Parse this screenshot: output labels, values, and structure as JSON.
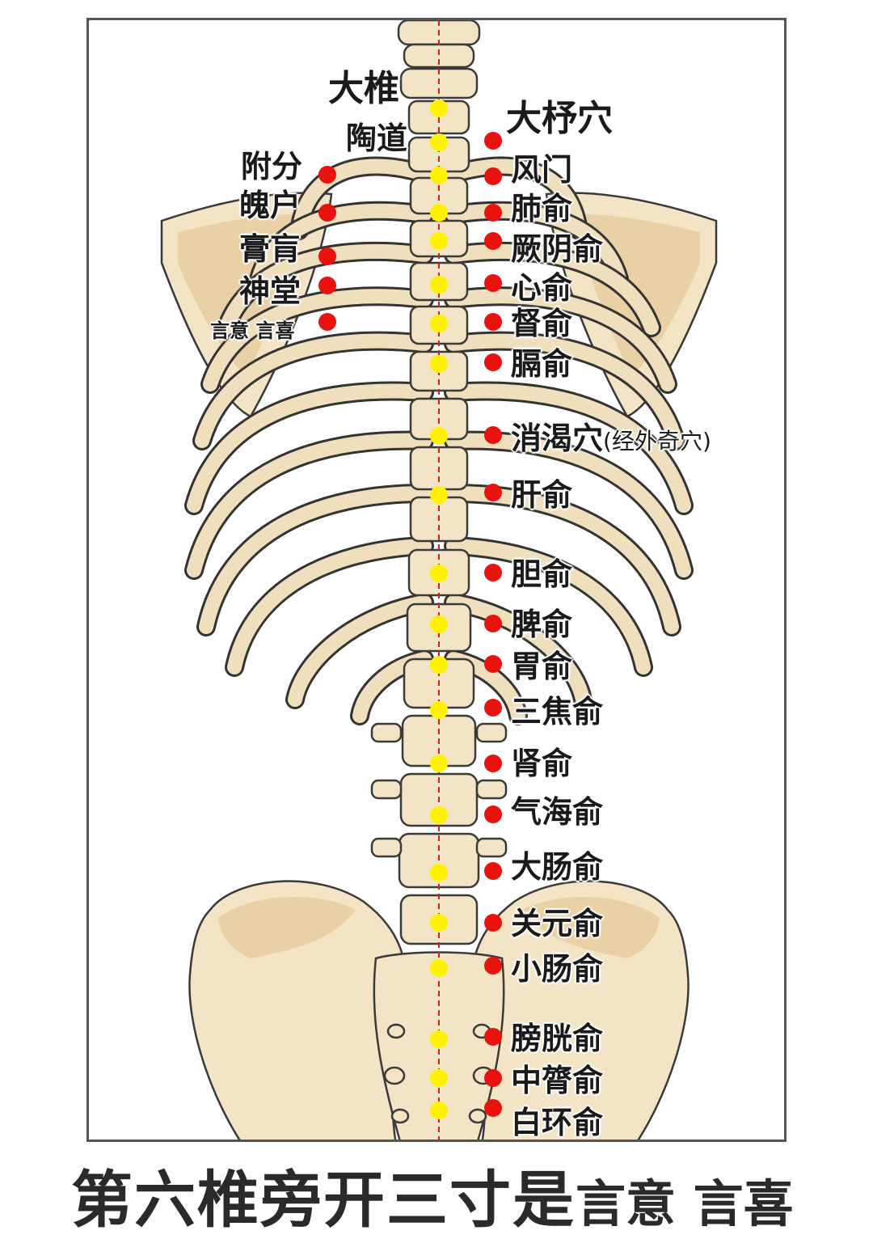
{
  "center_labels": {
    "dazhui": "大椎",
    "taodao": "陶道"
  },
  "left_points": [
    {
      "id": "fufen",
      "label": "附分"
    },
    {
      "id": "pohu",
      "label": "魄户"
    },
    {
      "id": "gaohuang",
      "label": "膏肓"
    },
    {
      "id": "shentang",
      "label": "神堂"
    },
    {
      "id": "yixi",
      "label": "言意 言喜"
    }
  ],
  "right_points": [
    {
      "id": "dazhu",
      "label": "大杼穴"
    },
    {
      "id": "fengmen",
      "label": "风门"
    },
    {
      "id": "feishu",
      "label": "肺俞"
    },
    {
      "id": "jueyinshu",
      "label": "厥阴俞"
    },
    {
      "id": "xinshu",
      "label": "心俞"
    },
    {
      "id": "dushu",
      "label": "督俞"
    },
    {
      "id": "geshu",
      "label": "膈俞"
    },
    {
      "id": "xiaoke",
      "label": "消渴穴",
      "note": "(经外奇穴)"
    },
    {
      "id": "ganshu",
      "label": "肝俞"
    },
    {
      "id": "danshu",
      "label": "胆俞"
    },
    {
      "id": "pishu",
      "label": "脾俞"
    },
    {
      "id": "weishu",
      "label": "胃俞"
    },
    {
      "id": "sanjiaoshu",
      "label": "三焦俞"
    },
    {
      "id": "shenshu",
      "label": "肾俞"
    },
    {
      "id": "qihaishu",
      "label": "气海俞"
    },
    {
      "id": "dachangshu",
      "label": "大肠俞"
    },
    {
      "id": "guanyuanshu",
      "label": "关元俞"
    },
    {
      "id": "xiaochangshu",
      "label": "小肠俞"
    },
    {
      "id": "pangguangshu",
      "label": "膀胱俞"
    },
    {
      "id": "zhonglvshu",
      "label": "中膂俞"
    },
    {
      "id": "baihuanshu",
      "label": "白环俞"
    }
  ],
  "colors": {
    "acupoint": "#e8120f",
    "spine_point": "#fff200",
    "midline": "#d42020",
    "bone": "#f3e4c6",
    "bone_shade": "#e4c797",
    "bone_outline": "#3a3a3a"
  },
  "caption": {
    "main": "第六椎旁开三寸是",
    "sub": "言意 言喜"
  }
}
